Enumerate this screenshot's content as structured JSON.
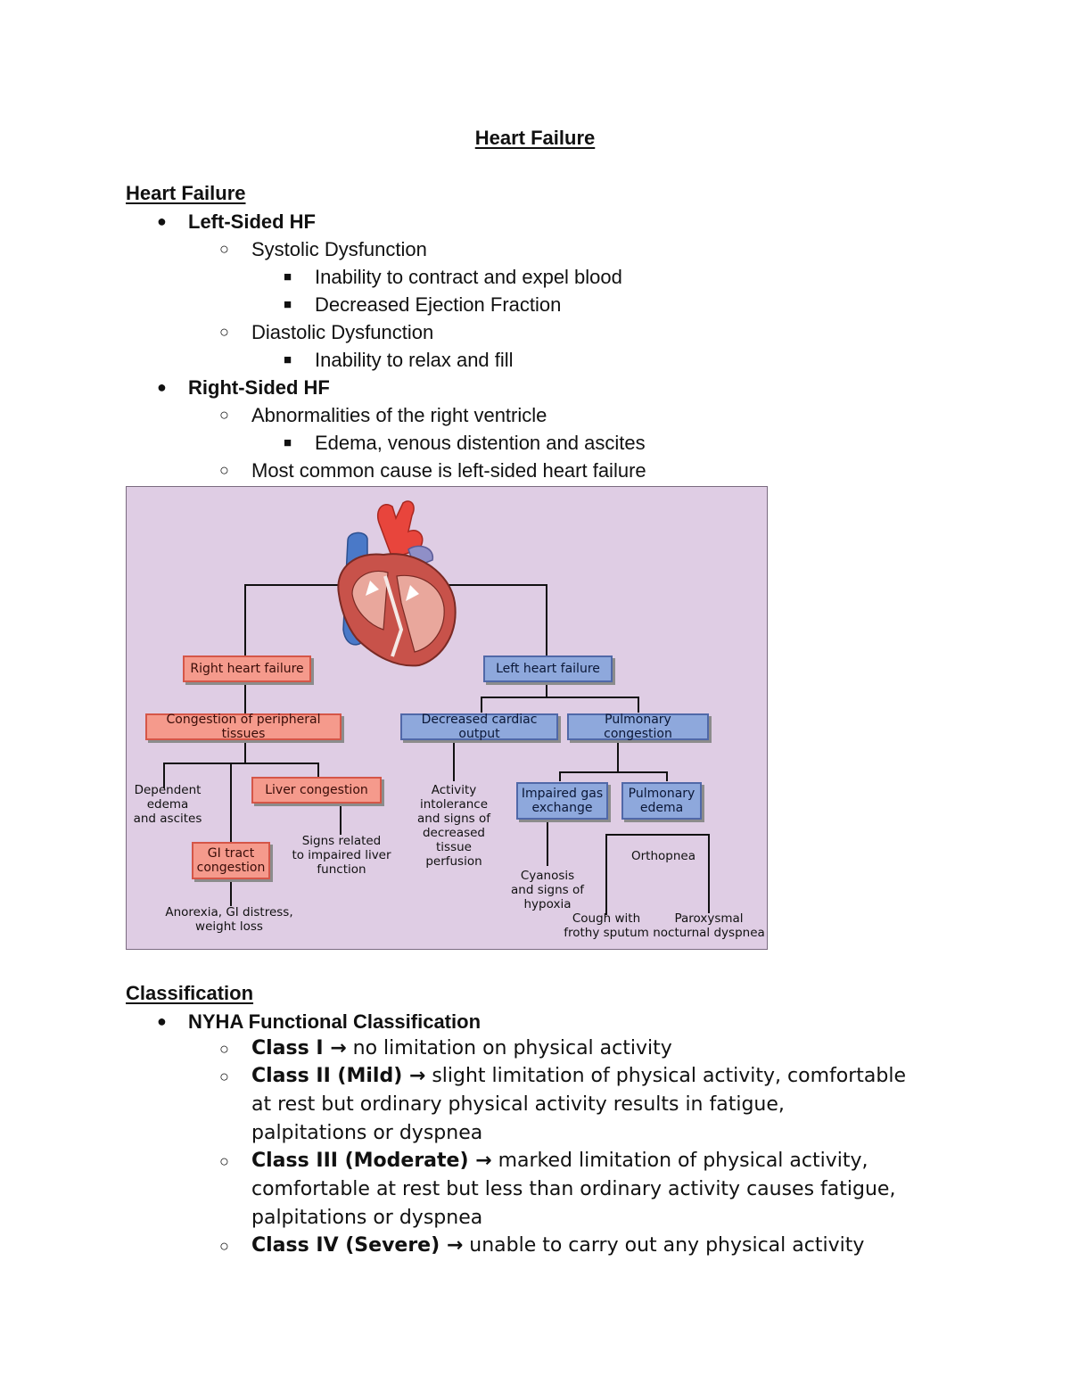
{
  "title": "Heart Failure",
  "sections": {
    "heart_failure": {
      "heading": "Heart Failure",
      "left_sided": "Left-Sided HF",
      "systolic": "Systolic Dysfunction",
      "systolic_1": "Inability to contract and expel blood",
      "systolic_2": "Decreased Ejection Fraction",
      "diastolic": "Diastolic Dysfunction",
      "diastolic_1": "Inability to relax and fill",
      "right_sided": "Right-Sided HF",
      "right_1": "Abnormalities of the right ventricle",
      "right_1_1": "Edema, venous distention and ascites",
      "right_2": "Most common cause is left-sided heart failure"
    },
    "classification": {
      "heading": "Classification",
      "nyha": "NYHA Functional Classification",
      "c1_label": "Class I →",
      "c1_text": " no limitation on physical activity",
      "c2_label": "Class II (Mild) →",
      "c2_text": " slight limitation of physical activity, comfortable",
      "c2_text_2": "at rest but ordinary physical activity results in fatigue,",
      "c2_text_3": "palpitations or dyspnea",
      "c3_label": "Class III (Moderate) →",
      "c3_text": "  marked limitation of physical activity,",
      "c3_text_2": "comfortable at rest but less than ordinary activity causes fatigue,",
      "c3_text_3": "palpitations or dyspnea",
      "c4_label": "Class IV (Severe) →",
      "c4_text": " unable to carry out any physical activity"
    }
  },
  "diagram": {
    "right_hf": "Right heart failure",
    "left_hf": "Left heart failure",
    "congestion_peripheral": "Congestion of peripheral tissues",
    "decreased_output": "Decreased cardiac output",
    "pulmonary_congestion": "Pulmonary congestion",
    "dependent_edema": "Dependent\nedema\nand ascites",
    "liver_congestion": "Liver congestion",
    "gi_tract": "GI tract congestion",
    "signs_liver": "Signs related\nto impaired liver\nfunction",
    "anorexia": "Anorexia, GI distress,\nweight loss",
    "activity": "Activity\nintolerance\nand signs of\ndecreased\ntissue\nperfusion",
    "impaired_gas": "Impaired gas exchange",
    "pulmonary_edema": "Pulmonary edema",
    "cyanosis": "Cyanosis\nand signs of\nhypoxia",
    "orthopnea": "Orthopnea",
    "cough": "Cough with\nfrothy sputum",
    "paroxysmal": "Paroxysmal\nnocturnal dyspnea"
  }
}
